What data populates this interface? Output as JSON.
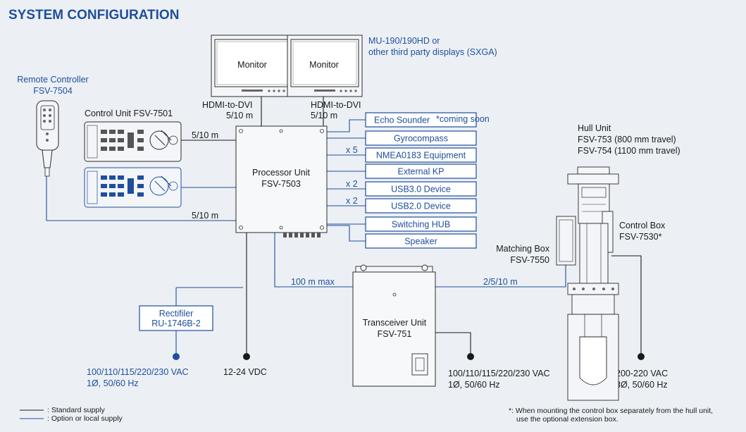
{
  "title": "SYSTEM CONFIGURATION",
  "colors": {
    "accent": "#1f4e9c",
    "line": "#1a1a1a",
    "background": "#ecf0f5"
  },
  "monitors": {
    "label1": "Monitor",
    "label2": "Monitor",
    "note_line1": "MU-190/190HD or",
    "note_line2": "other third party displays (SXGA)"
  },
  "hdmi": {
    "left_line1": "HDMI-to-DVI",
    "left_line2": "5/10 m",
    "right_line1": "HDMI-to-DVI",
    "right_line2": "5/10 m"
  },
  "remote": {
    "line1": "Remote Controller",
    "line2": "FSV-7504",
    "cable": "5/10 m"
  },
  "control_unit": {
    "label": "Control Unit FSV-7501",
    "cable": "5/10 m"
  },
  "processor": {
    "line1": "Processor Unit",
    "line2": "FSV-7503"
  },
  "peripherals": [
    {
      "label": "Echo Sounder",
      "suffix": "*coming soon",
      "mult": ""
    },
    {
      "label": "Gyrocompass",
      "suffix": "",
      "mult": ""
    },
    {
      "label": "NMEA0183 Equipment",
      "suffix": "",
      "mult": "x 5"
    },
    {
      "label": "External KP",
      "suffix": "",
      "mult": ""
    },
    {
      "label": "USB3.0 Device",
      "suffix": "",
      "mult": "x 2"
    },
    {
      "label": "USB2.0 Device",
      "suffix": "",
      "mult": "x 2"
    },
    {
      "label": "Switching HUB",
      "suffix": "",
      "mult": ""
    },
    {
      "label": "Speaker",
      "suffix": "",
      "mult": ""
    }
  ],
  "hull": {
    "line1": "Hull Unit",
    "line2": "FSV-753 (800 mm travel)",
    "line3": "FSV-754 (1100 mm travel)"
  },
  "control_box": {
    "line1": "Control Box",
    "line2": "FSV-7530*"
  },
  "matching_box": {
    "line1": "Matching Box",
    "line2": "FSV-7550"
  },
  "transceiver": {
    "line1": "Transceiver Unit",
    "line2": "FSV-751"
  },
  "cables": {
    "max100": "100 m max",
    "mb": "2/5/10 m"
  },
  "rectifier": {
    "line1": "Rectifiler",
    "line2": "RU-1746B-2"
  },
  "power": {
    "rect_line1": "100/110/115/220/230 VAC",
    "rect_line2": "1Ø, 50/60 Hz",
    "dc": "12-24 VDC",
    "trx_line1": "100/110/115/220/230 VAC",
    "trx_line2": "1Ø, 50/60 Hz",
    "hull_line1": "200-220 VAC",
    "hull_line2": "3Ø, 50/60 Hz"
  },
  "legend": {
    "standard": ": Standard supply",
    "option": ": Option or local supply"
  },
  "footnote": {
    "line1": "*: When mounting the control box separately from the hull unit,",
    "line2": "use the optional extension box."
  }
}
